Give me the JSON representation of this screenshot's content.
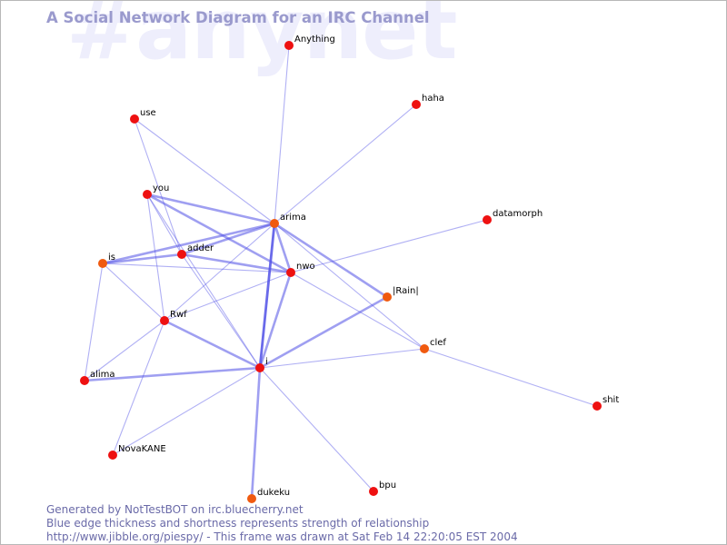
{
  "watermark": "#anynet",
  "title": "A Social Network Diagram for an IRC Channel",
  "footer": {
    "line1": "Generated by NotTestBOT on irc.bluecherry.net",
    "line2": "Blue edge thickness and shortness represents strength of relationship",
    "line3": "http://www.jibble.org/piespy/ - This frame was drawn at Sat Feb 14 22:20:05 EST 2004"
  },
  "colors": {
    "node_red": "#ee1111",
    "node_orange": "#f05a10",
    "edge": "#5050e6",
    "title": "#9a9acd",
    "watermark": "#eeeefc",
    "footer": "#6a6aa8"
  },
  "nodes": [
    {
      "id": "anything",
      "label": "Anything",
      "color": "red"
    },
    {
      "id": "haha",
      "label": "haha",
      "color": "red"
    },
    {
      "id": "use",
      "label": "use",
      "color": "red"
    },
    {
      "id": "you",
      "label": "you",
      "color": "red"
    },
    {
      "id": "arima",
      "label": "arima",
      "color": "orange"
    },
    {
      "id": "datamorph",
      "label": "datamorph",
      "color": "red"
    },
    {
      "id": "adder",
      "label": "adder",
      "color": "red"
    },
    {
      "id": "is",
      "label": "is",
      "color": "orange"
    },
    {
      "id": "nwo",
      "label": "nwo",
      "color": "red"
    },
    {
      "id": "rain",
      "label": "|Rain|",
      "color": "orange"
    },
    {
      "id": "rwf",
      "label": "Rwf",
      "color": "red"
    },
    {
      "id": "clef",
      "label": "clef",
      "color": "orange"
    },
    {
      "id": "i",
      "label": "i",
      "color": "red"
    },
    {
      "id": "alima",
      "label": "alima",
      "color": "red"
    },
    {
      "id": "shit",
      "label": "shit",
      "color": "red"
    },
    {
      "id": "novakane",
      "label": "NovaKANE",
      "color": "red"
    },
    {
      "id": "dukeku",
      "label": "dukeku",
      "color": "orange"
    },
    {
      "id": "bpu",
      "label": "bpu",
      "color": "red"
    }
  ],
  "edges": [
    {
      "a": "arima",
      "b": "i",
      "weight": 3
    },
    {
      "a": "rain",
      "b": "i",
      "weight": 2
    },
    {
      "a": "alima",
      "b": "i",
      "weight": 2
    },
    {
      "a": "is",
      "b": "arima",
      "weight": 2
    },
    {
      "a": "you",
      "b": "arima",
      "weight": 2
    },
    {
      "a": "you",
      "b": "nwo",
      "weight": 2
    },
    {
      "a": "arima",
      "b": "nwo",
      "weight": 2
    },
    {
      "a": "arima",
      "b": "rain",
      "weight": 2
    },
    {
      "a": "adder",
      "b": "arima",
      "weight": 2
    },
    {
      "a": "adder",
      "b": "nwo",
      "weight": 2
    },
    {
      "a": "rwf",
      "b": "i",
      "weight": 2
    },
    {
      "a": "nwo",
      "b": "i",
      "weight": 2
    },
    {
      "a": "dukeku",
      "b": "i",
      "weight": 2
    },
    {
      "a": "is",
      "b": "adder",
      "weight": 2
    },
    {
      "a": "anything",
      "b": "arima",
      "weight": 1
    },
    {
      "a": "haha",
      "b": "arima",
      "weight": 1
    },
    {
      "a": "use",
      "b": "arima",
      "weight": 1
    },
    {
      "a": "use",
      "b": "adder",
      "weight": 1
    },
    {
      "a": "datamorph",
      "b": "nwo",
      "weight": 1
    },
    {
      "a": "is",
      "b": "nwo",
      "weight": 1
    },
    {
      "a": "is",
      "b": "rwf",
      "weight": 1
    },
    {
      "a": "is",
      "b": "alima",
      "weight": 1
    },
    {
      "a": "you",
      "b": "rwf",
      "weight": 1
    },
    {
      "a": "you",
      "b": "adder",
      "weight": 1
    },
    {
      "a": "you",
      "b": "i",
      "weight": 1
    },
    {
      "a": "adder",
      "b": "i",
      "weight": 1
    },
    {
      "a": "arima",
      "b": "rwf",
      "weight": 1
    },
    {
      "a": "arima",
      "b": "clef",
      "weight": 1
    },
    {
      "a": "nwo",
      "b": "clef",
      "weight": 1
    },
    {
      "a": "nwo",
      "b": "rwf",
      "weight": 1
    },
    {
      "a": "rwf",
      "b": "alima",
      "weight": 1
    },
    {
      "a": "rwf",
      "b": "novakane",
      "weight": 1
    },
    {
      "a": "i",
      "b": "clef",
      "weight": 1
    },
    {
      "a": "i",
      "b": "novakane",
      "weight": 1
    },
    {
      "a": "i",
      "b": "bpu",
      "weight": 1
    },
    {
      "a": "clef",
      "b": "shit",
      "weight": 1
    }
  ]
}
